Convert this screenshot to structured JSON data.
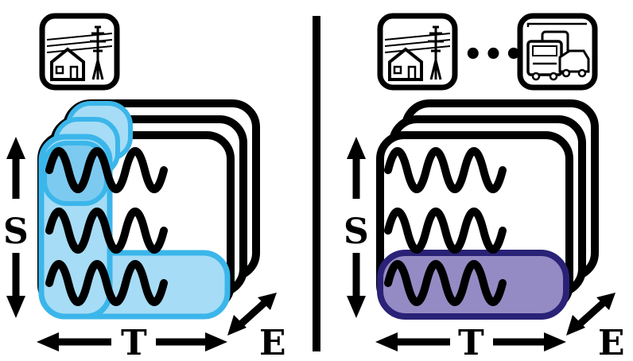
{
  "left_panel": {
    "icons": [
      "house-power-line-icon"
    ],
    "axis_labels": {
      "vertical": "S",
      "horizontal": "T",
      "depth": "E"
    },
    "highlight_color": "#3bb6ea",
    "highlight_fill": "#a6dcf5"
  },
  "right_panel": {
    "icons": [
      "house-power-line-icon",
      "ellipsis-icon",
      "traffic-vehicles-icon"
    ],
    "ellipsis": "•••",
    "axis_labels": {
      "vertical": "S",
      "horizontal": "T",
      "depth": "E"
    },
    "highlight_color": "#2a2277",
    "highlight_fill": "#958bc4"
  },
  "colors": {
    "stroke": "#000000",
    "divider": "#000000"
  }
}
